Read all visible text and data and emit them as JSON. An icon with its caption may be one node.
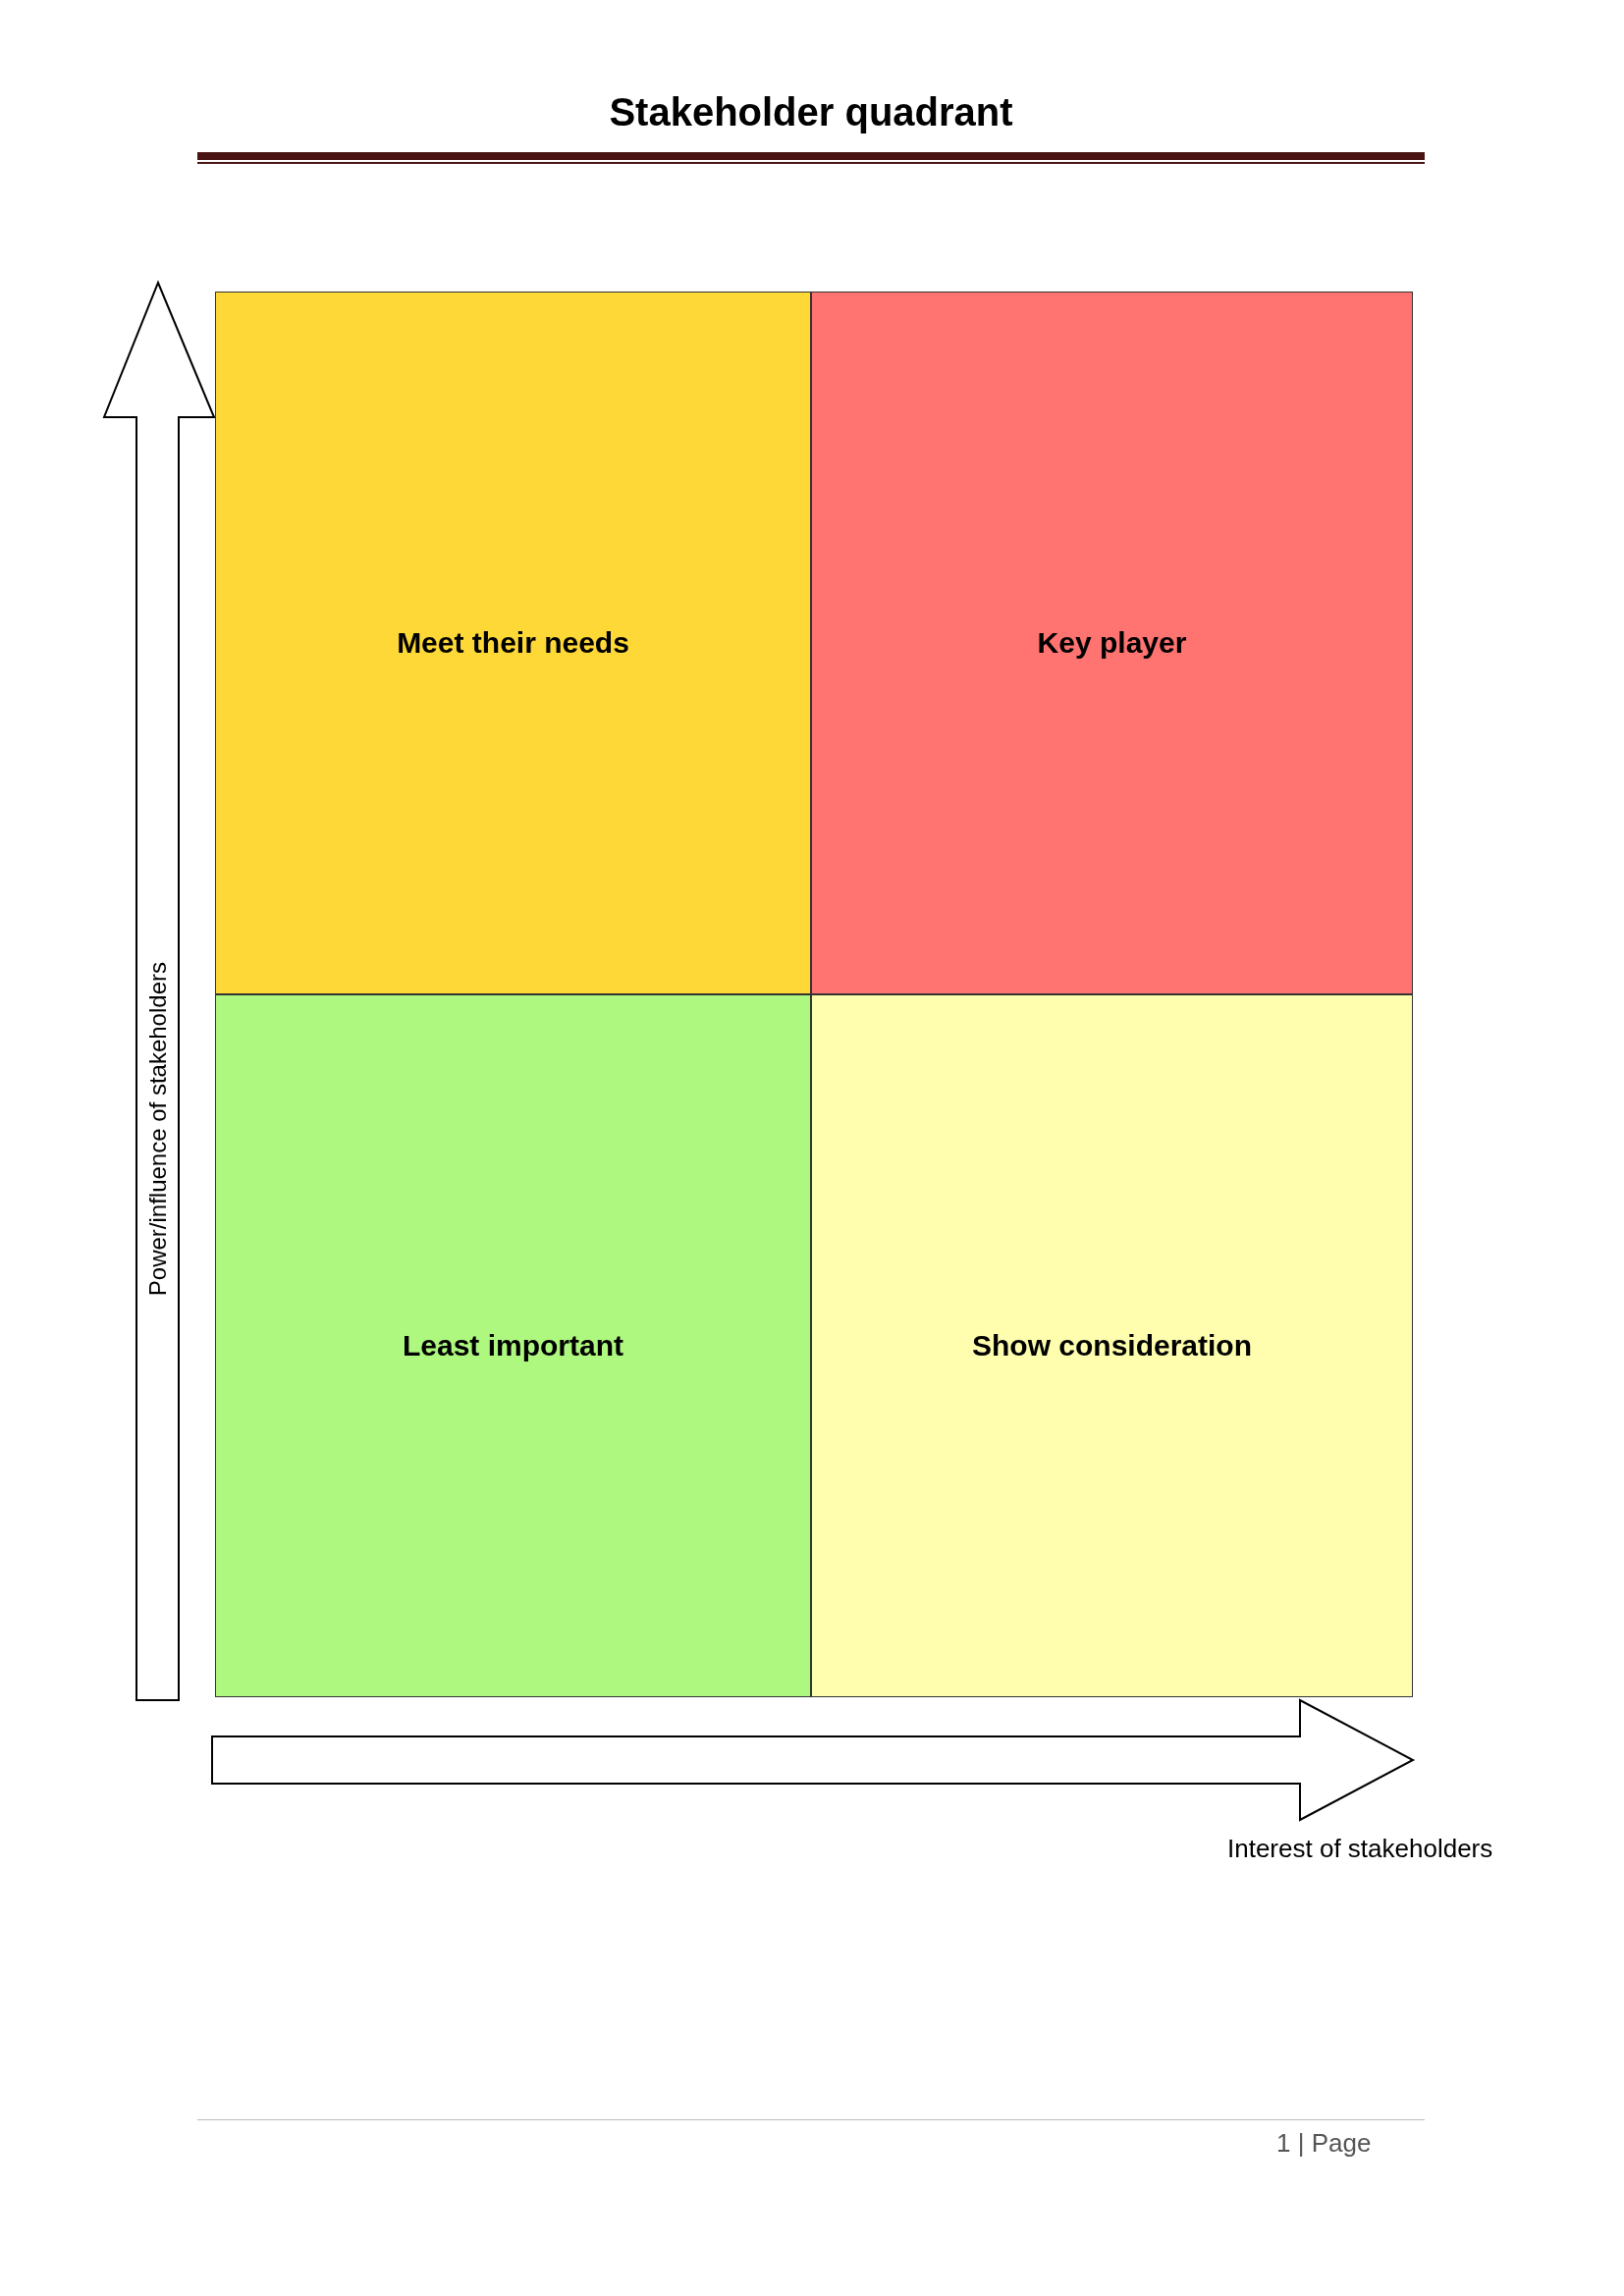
{
  "diagram": {
    "title": "Stakeholder quadrant",
    "nodes": [
      {
        "text": [
          "Meet their needs"
        ]
      },
      {
        "text": [
          "Key player"
        ]
      },
      {
        "text": [
          "Least important"
        ]
      },
      {
        "text": [
          "Show consideration"
        ]
      }
    ],
    "labels": [
      "Power/influence of stakeholders",
      "Interest of stakeholders",
      "1 | Page"
    ]
  }
}
